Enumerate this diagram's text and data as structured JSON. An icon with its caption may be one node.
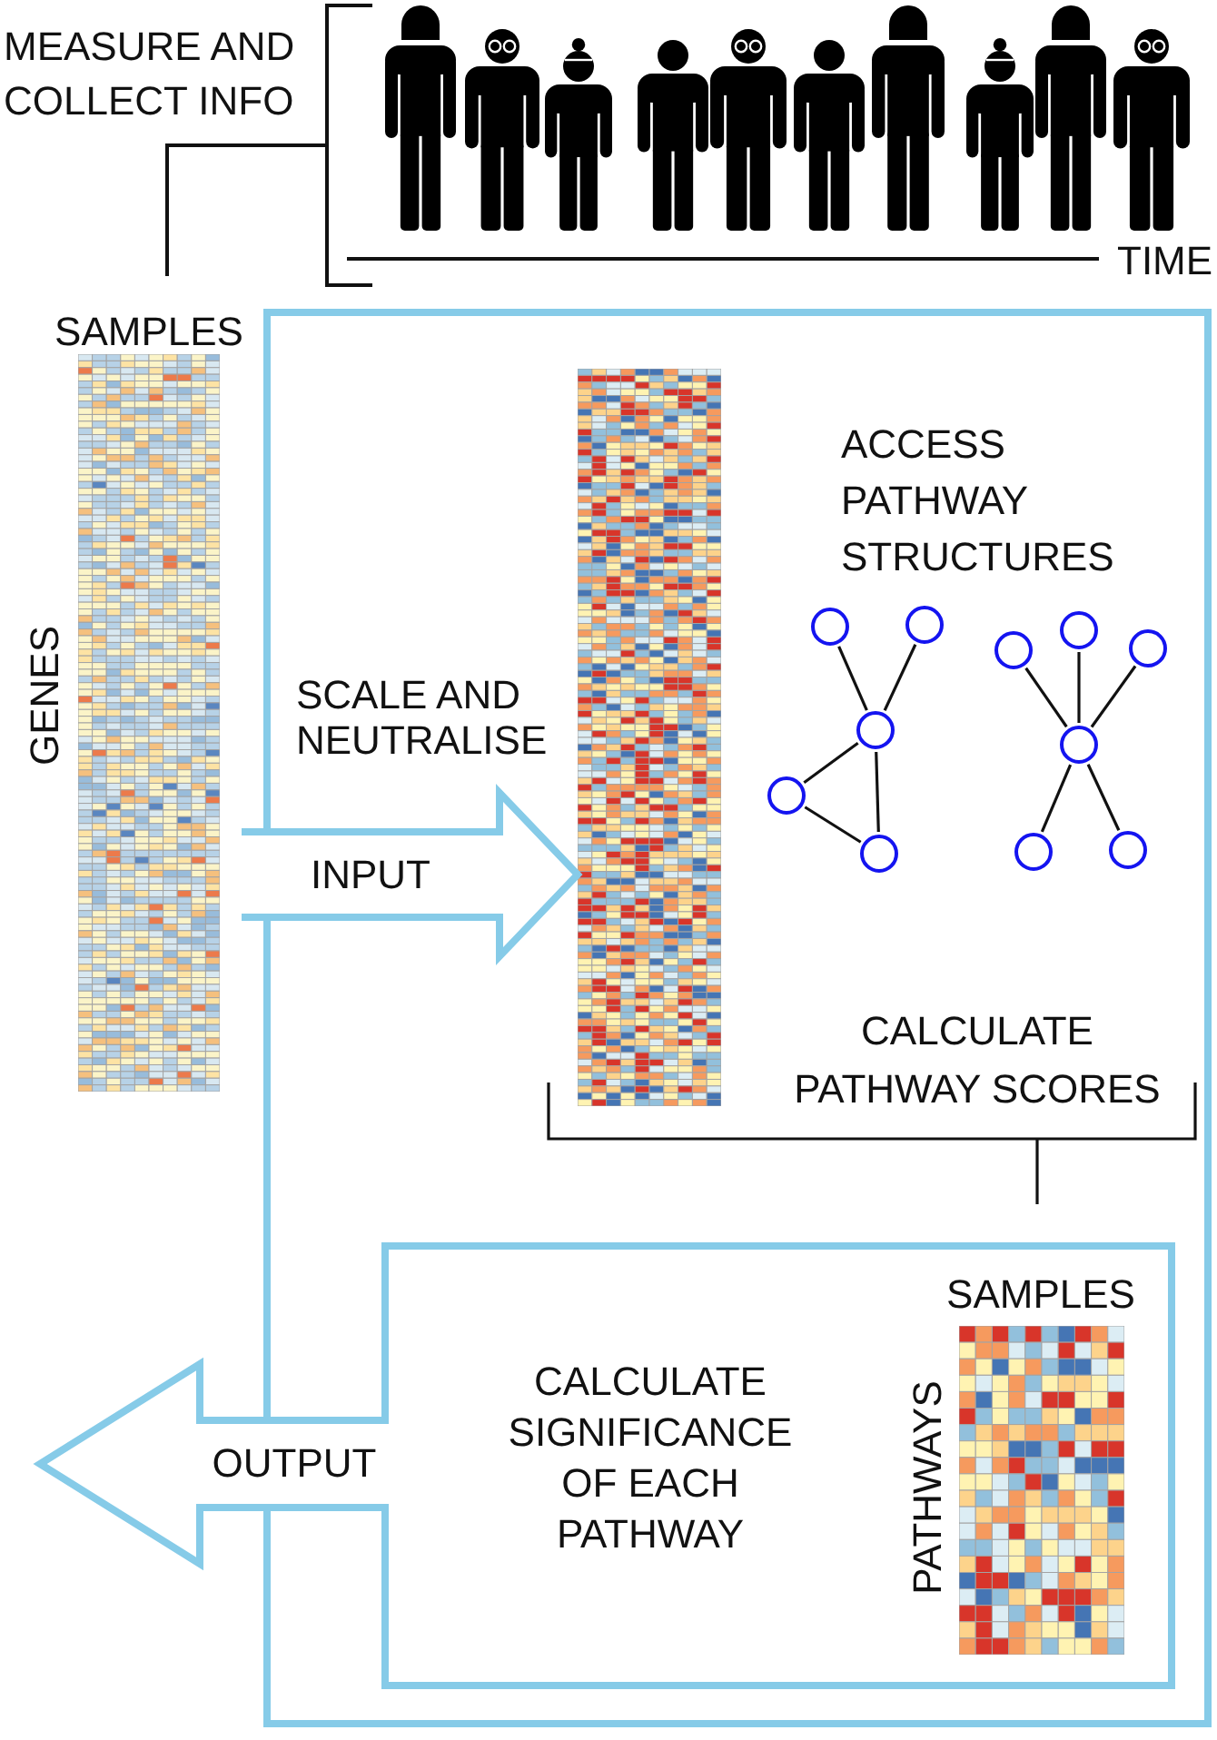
{
  "diagram": {
    "nodes": [
      {
        "text": [],
        "shape": "person"
      },
      {
        "text": [],
        "shape": "person"
      },
      {
        "text": [],
        "shape": "person"
      },
      {
        "text": [],
        "shape": "person"
      },
      {
        "text": [],
        "shape": "person"
      },
      {
        "text": [],
        "shape": "person"
      },
      {
        "text": [],
        "shape": "person"
      },
      {
        "text": [],
        "shape": "person"
      },
      {
        "text": [],
        "shape": "person"
      },
      {
        "text": [],
        "shape": "person"
      },
      {
        "text": [
          "SAMPLES",
          "GENES"
        ]
      },
      {
        "text": [],
        "shape": "box"
      },
      {
        "text": [],
        "shape": "picture",
        "in": 11
      },
      {
        "text": [],
        "shape": "circle",
        "in": 11
      },
      {
        "text": [],
        "shape": "circle",
        "in": 11
      },
      {
        "text": [],
        "shape": "circle",
        "in": 11
      },
      {
        "text": [],
        "shape": "circle",
        "in": 11
      },
      {
        "text": [],
        "shape": "circle",
        "in": 11
      },
      {
        "text": [],
        "shape": "circle",
        "in": 11
      },
      {
        "text": [],
        "shape": "circle",
        "in": 11
      },
      {
        "text": [],
        "shape": "circle",
        "in": 11
      },
      {
        "text": [],
        "shape": "circle",
        "in": 11
      },
      {
        "text": [],
        "shape": "circle",
        "in": 11
      },
      {
        "text": [],
        "shape": "circle",
        "in": 11
      },
      {
        "text": [
          "CALCULATE SIGNIFICANCE OF EACH PATHWAY"
        ],
        "in": 11
      },
      {
        "text": [
          "SAMPLES",
          "PATHWAYS"
        ],
        "in": 24
      }
    ],
    "edges": [
      {
        "from": 10,
        "to": 12,
        "arrow": "to",
        "label": "INPUT",
        "style": "thick",
        "color": "#86cbe8"
      },
      {
        "from": 13,
        "to": 15,
        "arrow": "none"
      },
      {
        "from": 14,
        "to": 15,
        "arrow": "none"
      },
      {
        "from": 15,
        "to": 16,
        "arrow": "none"
      },
      {
        "from": 15,
        "to": 17,
        "arrow": "none"
      },
      {
        "from": 16,
        "to": 17,
        "arrow": "none"
      },
      {
        "from": 18,
        "to": 21,
        "arrow": "none"
      },
      {
        "from": 19,
        "to": 21,
        "arrow": "none"
      },
      {
        "from": 20,
        "to": 21,
        "arrow": "none"
      },
      {
        "from": 21,
        "to": 22,
        "arrow": "none"
      },
      {
        "from": 21,
        "to": 23,
        "arrow": "none"
      },
      {
        "from": 24,
        "to": null,
        "arrow": "to",
        "label": "OUTPUT",
        "style": "thick",
        "color": "#86cbe8"
      }
    ],
    "labels": [
      "MEASURE AND COLLECT INFO",
      "TIME",
      "ACCESS PATHWAY STRUCTURES",
      "SCALE AND NEUTRALISE",
      "CALCULATE PATHWAY SCORES"
    ]
  }
}
